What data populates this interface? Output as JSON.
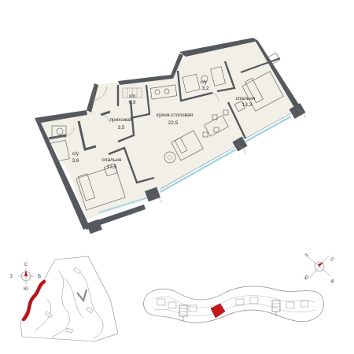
{
  "rooms": [
    {
      "name": "х/п",
      "area": "0,9"
    },
    {
      "name": "с/у",
      "area": "3,2"
    },
    {
      "name": "спальня",
      "area": "13,3"
    },
    {
      "name": "прихожая",
      "area": "3,5"
    },
    {
      "name": "кухня-столовая",
      "area": "22,5"
    },
    {
      "name": "с/у",
      "area": "3,6"
    },
    {
      "name": "спальня",
      "area": "17,5"
    }
  ],
  "compass_left": {
    "n": "С",
    "w": "З",
    "e": "В",
    "s": "Ю"
  },
  "compass_right": {
    "n": "С",
    "w": "З",
    "e": "В",
    "s": "Ю"
  },
  "colors": {
    "wall": "#55595e",
    "floor": "#f1efe6",
    "highlight": "#c4161c",
    "window": "#9fd3e6"
  }
}
